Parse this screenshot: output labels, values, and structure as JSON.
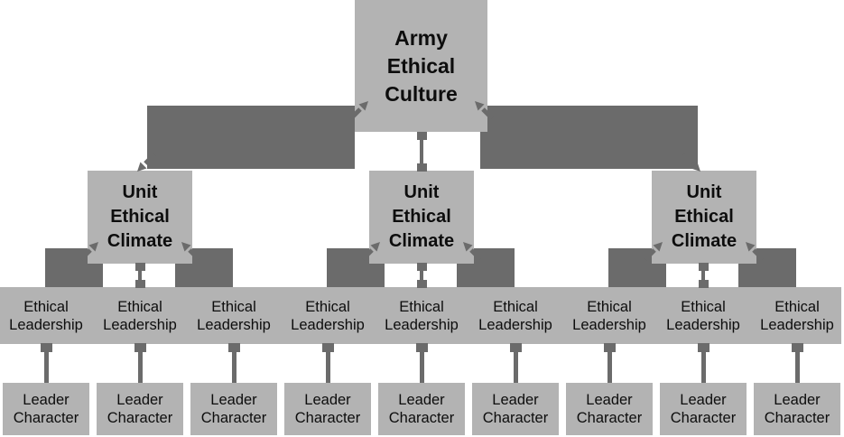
{
  "colors": {
    "box_fill": "#b3b3b3",
    "connector": "#6b6b6b",
    "text": "#0d0d0d",
    "background": "#ffffff"
  },
  "diagram": {
    "root": {
      "label": "Army\nEthical\nCulture"
    },
    "units": [
      {
        "label": "Unit\nEthical\nClimate"
      },
      {
        "label": "Unit\nEthical\nClimate"
      },
      {
        "label": "Unit\nEthical\nClimate"
      }
    ],
    "leadership": [
      {
        "label": "Ethical\nLeadership"
      },
      {
        "label": "Ethical\nLeadership"
      },
      {
        "label": "Ethical\nLeadership"
      },
      {
        "label": "Ethical\nLeadership"
      },
      {
        "label": "Ethical\nLeadership"
      },
      {
        "label": "Ethical\nLeadership"
      },
      {
        "label": "Ethical\nLeadership"
      },
      {
        "label": "Ethical\nLeadership"
      },
      {
        "label": "Ethical\nLeadership"
      }
    ],
    "character": [
      {
        "label": "Leader\nCharacter"
      },
      {
        "label": "Leader\nCharacter"
      },
      {
        "label": "Leader\nCharacter"
      },
      {
        "label": "Leader\nCharacter"
      },
      {
        "label": "Leader\nCharacter"
      },
      {
        "label": "Leader\nCharacter"
      },
      {
        "label": "Leader\nCharacter"
      },
      {
        "label": "Leader\nCharacter"
      },
      {
        "label": "Leader\nCharacter"
      }
    ]
  }
}
